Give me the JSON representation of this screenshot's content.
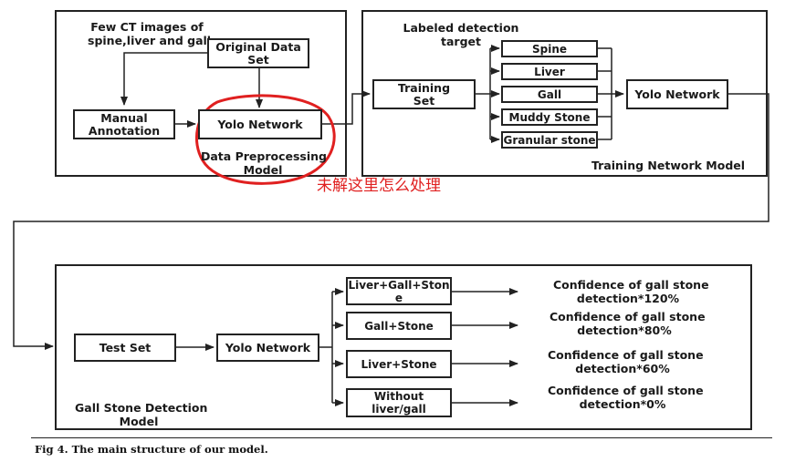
{
  "panels": {
    "preprocessing": {
      "title_line1": "Few CT images of",
      "title_line2": "spine,liver and gall",
      "original_data_line1": "Original Data",
      "original_data_line2": "Set",
      "manual_line1": "Manual",
      "manual_line2": "Annotation",
      "yolo": "Yolo Network",
      "label_line1": "Data Preprocessing",
      "label_line2": "Model"
    },
    "training": {
      "target_line1": "Labeled detection",
      "target_line2": "target",
      "training_set_line1": "Training",
      "training_set_line2": "Set",
      "classes": [
        "Spine",
        "Liver",
        "Gall",
        "Muddy Stone",
        "Granular stone"
      ],
      "yolo": "Yolo Network",
      "label": "Training Network Model"
    },
    "detection": {
      "test_set": "Test Set",
      "yolo": "Yolo Network",
      "outputs": [
        {
          "line1": "Liver+Gall+Ston",
          "line2": "e"
        },
        {
          "line1": "Gall+Stone",
          "line2": ""
        },
        {
          "line1": "Liver+Stone",
          "line2": ""
        },
        {
          "line1": "Without",
          "line2": "liver/gall"
        }
      ],
      "confidences": [
        {
          "line1": "Confidence of gall stone",
          "line2": "detection*120%"
        },
        {
          "line1": "Confidence of gall stone",
          "line2": "detection*80%"
        },
        {
          "line1": "Confidence of gall stone",
          "line2": "detection*60%"
        },
        {
          "line1": "Confidence of gall stone",
          "line2": "detection*0%"
        }
      ],
      "label_line1": "Gall Stone Detection",
      "label_line2": "Model"
    }
  },
  "annotation_note": "未解这里怎么处理",
  "annotation_color": "#e02020",
  "caption": "Fig 4. The main structure of our model."
}
